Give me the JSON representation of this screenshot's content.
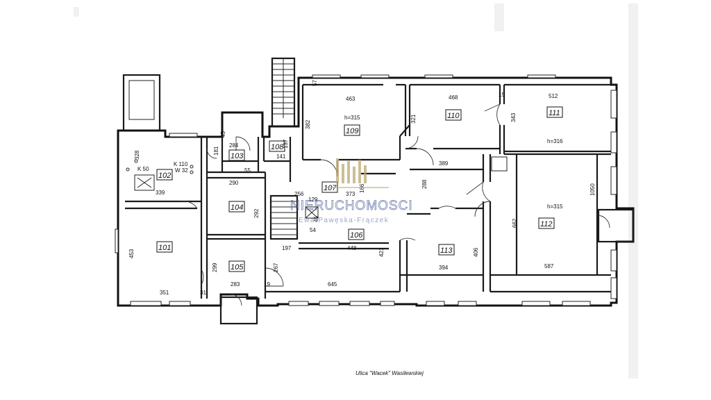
{
  "rooms": [
    {
      "id": "101"
    },
    {
      "id": "102"
    },
    {
      "id": "103"
    },
    {
      "id": "104"
    },
    {
      "id": "105"
    },
    {
      "id": "106"
    },
    {
      "id": "107"
    },
    {
      "id": "108"
    },
    {
      "id": "109"
    },
    {
      "id": "110"
    },
    {
      "id": "111"
    },
    {
      "id": "112"
    },
    {
      "id": "113"
    }
  ],
  "heights": {
    "r109": "h=315",
    "r111": "h=316",
    "r112": "h=315"
  },
  "dimensions": {
    "d463": "463",
    "d468": "468",
    "d512": "512",
    "d15": "15",
    "d57": "57",
    "d382": "382",
    "d321": "321",
    "d343": "343",
    "d328": "328",
    "d45": "45",
    "d284": "284",
    "d137": "137",
    "d141": "141",
    "d181": "181",
    "d389": "389",
    "d288": "288",
    "d1050": "1050",
    "d290": "290",
    "d55": "55",
    "d256": "256",
    "d373": "373",
    "d166": "166",
    "d129": "129",
    "d339": "339",
    "d292": "292",
    "d45b": "45",
    "d54": "54",
    "d453": "453",
    "d299": "299",
    "d197": "197",
    "d448": "448",
    "d421": "421",
    "d406": "406",
    "d662": "662",
    "d394": "394",
    "d587": "587",
    "d267": "267",
    "d351": "351",
    "d283": "283",
    "d19": "19",
    "d645": "645",
    "d31": "31"
  },
  "fixtures": {
    "k110": "K 110",
    "w32": "W 32",
    "k50": "K 50"
  },
  "watermark": {
    "main": "NIERUCHOMOSCI",
    "sub": "Ewa Pawęska-Frączek"
  },
  "street_label": "Ulica \"Wacek\" Wasilewskiej"
}
